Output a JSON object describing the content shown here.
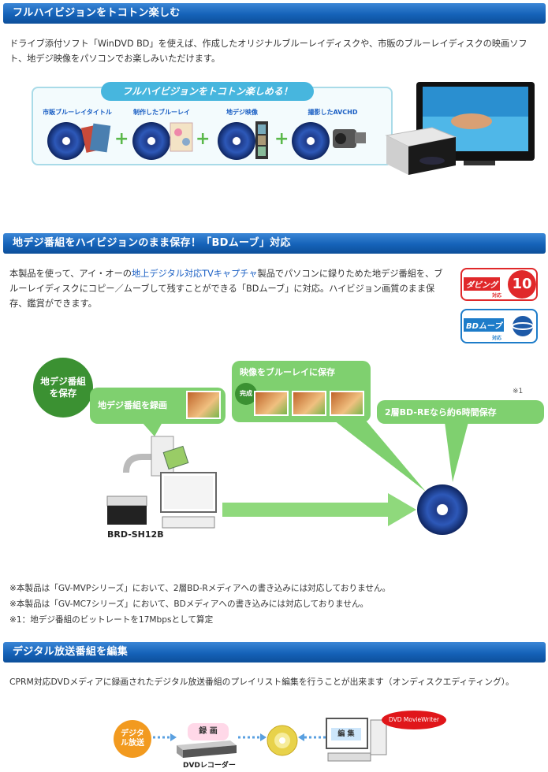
{
  "section1": {
    "title": "フルハイビジョンをトコトン楽しむ",
    "body": "ドライブ添付ソフト「WinDVD BD」を使えば、作成したオリジナルブルーレイディスクや、市販のブルーレイディスクの映画ソフト、地デジ映像をパソコンでお楽しみいただけます。",
    "banner_title": "フルハイビジョンをトコトン楽しめる！",
    "items": [
      {
        "label": "市販ブルーレイタイトル"
      },
      {
        "label": "制作したブルーレイ"
      },
      {
        "label": "地デジ映像"
      },
      {
        "label": "撮影したAVCHD"
      }
    ],
    "plus": "+"
  },
  "section2": {
    "title": "地デジ番組をハイビジョンのまま保存！「BDムーブ」対応",
    "body_pre": "本製品を使って、アイ・オーの",
    "body_link": "地上デジタル対応TVキャプチャ",
    "body_post": "製品でパソコンに録りためた地デジ番組を、ブルーレイディスクにコピー／ムーブして残すことができる「BDムーブ」に対応。ハイビジョン画質のまま保存、鑑賞ができます。",
    "badge_dubbing": "ダビング",
    "badge_dubbing_num": "10",
    "badge_dubbing_sub": "対応",
    "badge_bdmove": "BDムーブ",
    "badge_bdmove_sub": "対応",
    "circle_label": "地デジ番組を保存",
    "record_label": "地デジ番組を録画",
    "save_label": "映像をブルーレイに保存",
    "done_label": "完成",
    "bdre_label": "2層BD-REなら約6時間保存",
    "footnote_mark": "※1",
    "drive_label": "BRD-SH12B",
    "notes": [
      "※本製品は「GV-MVPシリーズ」において、2層BD-Rメディアへの書き込みには対応しておりません。",
      "※本製品は「GV-MC7シリーズ」において、BDメディアへの書き込みには対応しておりません。",
      "※1：地デジ番組のビットレートを17Mbpsとして算定"
    ]
  },
  "section3": {
    "title": "デジタル放送番組を編集",
    "body": "CPRM対応DVDメディアに録画されたデジタル放送番組のプレイリスト編集を行うことが出来ます（オンディスクエディティング）。",
    "digital_label": "デジタル放送",
    "record_label": "録 画",
    "edit_label": "編 集",
    "recorder_label": "DVDレコーダー",
    "software_label": "DVD MovieWriter"
  },
  "colors": {
    "header_blue": "#1562b8",
    "green": "#7fd06f",
    "orange": "#f29a1f",
    "red_badge": "#e0282a",
    "link": "#1a5fc4"
  }
}
